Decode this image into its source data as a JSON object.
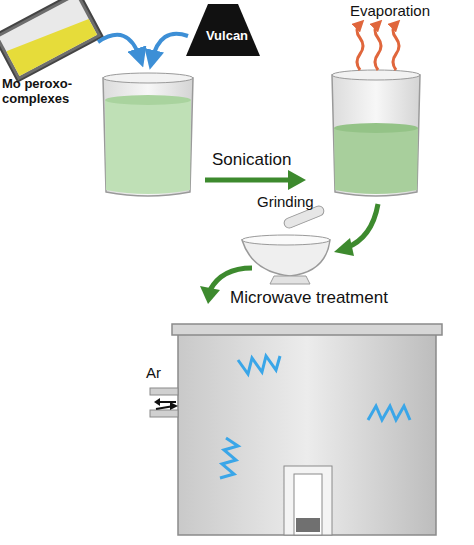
{
  "diagram": {
    "nodes": [
      {
        "text": [
          "Vulcan"
        ]
      },
      {
        "text": [
          "Microwave treatment"
        ]
      }
    ],
    "labels": [
      "Mo peroxo-complexes",
      "Evaporation",
      "Sonication",
      "Grinding",
      "Ar"
    ]
  }
}
